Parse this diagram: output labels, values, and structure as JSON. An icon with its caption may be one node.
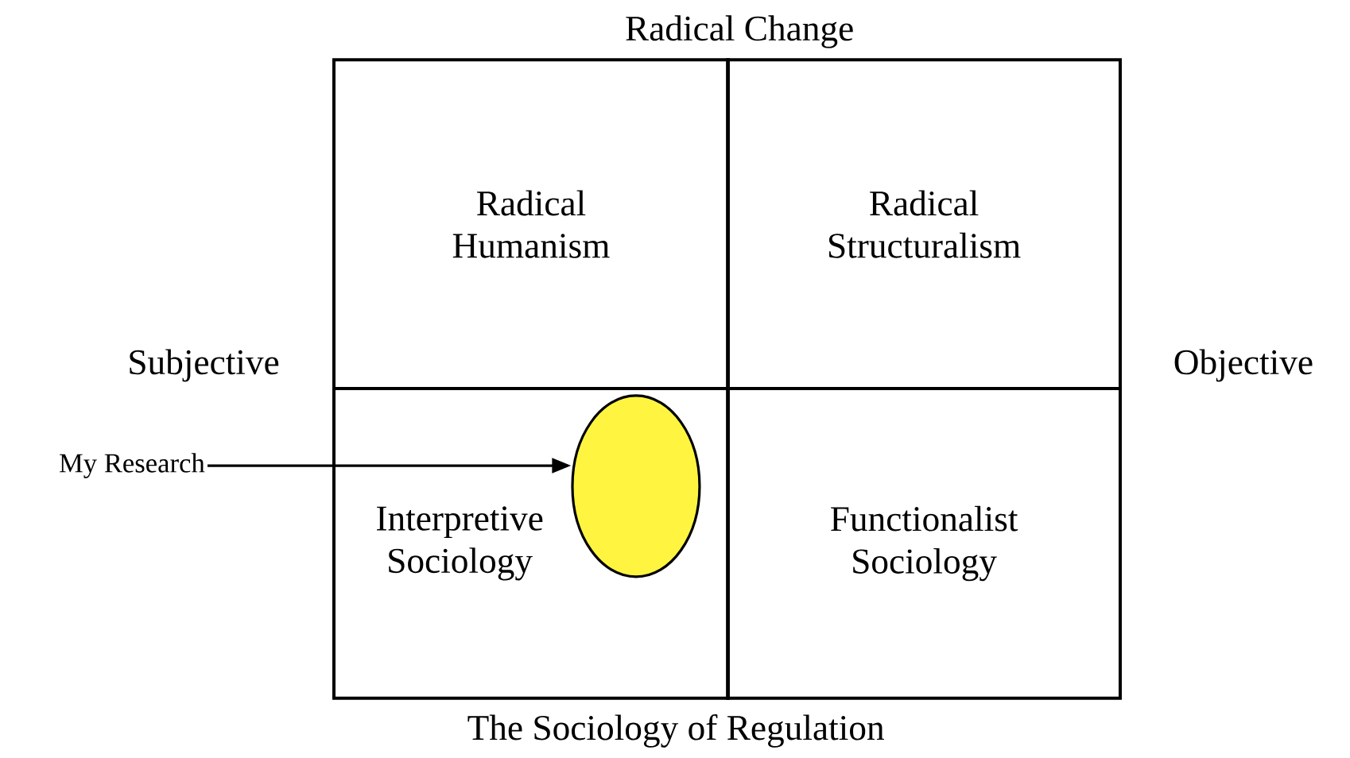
{
  "diagram": {
    "nodes": [
      {
        "text": [
          "Radical Humanism"
        ]
      },
      {
        "text": [
          "Radical Structuralism"
        ]
      },
      {
        "text": [
          "Interpretive Sociology"
        ]
      },
      {
        "text": [
          "Functionalist Sociology"
        ]
      },
      {
        "text": [
          "My Research"
        ]
      },
      {
        "text": [],
        "shape": "ellipse",
        "in": 2
      }
    ],
    "edges": [
      {
        "from": 4,
        "to": 5,
        "arrow": "to"
      }
    ],
    "labels": [
      "Radical Change",
      "Subjective",
      "Objective",
      "The Sociology of Regulation"
    ]
  }
}
